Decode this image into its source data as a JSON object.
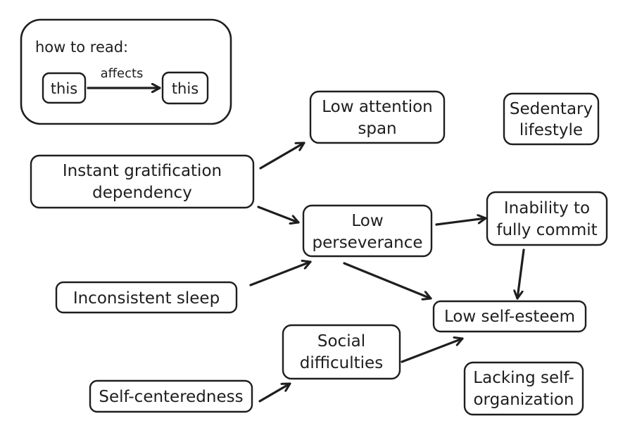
{
  "legend": {
    "title": "how to read:",
    "from": "this",
    "edge_label": "affects",
    "to": "this"
  },
  "nodes": {
    "low_attention": [
      "Low attention",
      "span"
    ],
    "sedentary": [
      "Sedentary",
      "lifestyle"
    ],
    "instant_gratification": [
      "Instant gratification",
      "dependency"
    ],
    "low_perseverance": [
      "Low",
      "perseverance"
    ],
    "inability_commit": [
      "Inability to",
      "fully commit"
    ],
    "inconsistent_sleep": [
      "Inconsistent sleep"
    ],
    "low_self_esteem": [
      "Low self-esteem"
    ],
    "social_difficulties": [
      "Social",
      "difficulties"
    ],
    "self_centeredness": [
      "Self-centeredness"
    ],
    "lacking_self_org": [
      "Lacking self-",
      "organization"
    ]
  },
  "edges": [
    {
      "from": "Instant gratification dependency",
      "to": "Low attention span"
    },
    {
      "from": "Instant gratification dependency",
      "to": "Low perseverance"
    },
    {
      "from": "Inconsistent sleep",
      "to": "Low perseverance"
    },
    {
      "from": "Low perseverance",
      "to": "Inability to fully commit"
    },
    {
      "from": "Low perseverance",
      "to": "Low self-esteem"
    },
    {
      "from": "Inability to fully commit",
      "to": "Low self-esteem"
    },
    {
      "from": "Social difficulties",
      "to": "Low self-esteem"
    },
    {
      "from": "Self-centeredness",
      "to": "Social difficulties"
    }
  ],
  "colors": {
    "stroke": "#1e1e1e",
    "background": "#ffffff"
  }
}
